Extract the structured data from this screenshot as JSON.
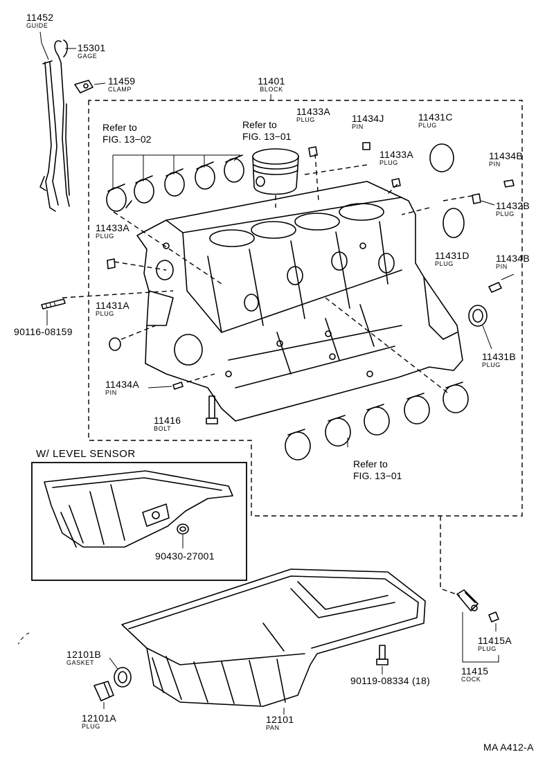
{
  "callouts": {
    "guide_11452": {
      "number": "11452",
      "name": "GUIDE"
    },
    "gage_15301": {
      "number": "15301",
      "name": "GAGE"
    },
    "clamp_11459": {
      "number": "11459",
      "name": "CLAMP"
    },
    "block_11401": {
      "number": "11401",
      "name": "BLOCK"
    },
    "plug_11433a_top": {
      "number": "11433A",
      "name": "PLUG"
    },
    "pin_11434j": {
      "number": "11434J",
      "name": "PIN"
    },
    "plug_11431c": {
      "number": "11431C",
      "name": "PLUG"
    },
    "plug_11433a_mid": {
      "number": "11433A",
      "name": "PLUG"
    },
    "pin_11434b_top": {
      "number": "11434B",
      "name": "PIN"
    },
    "plug_11432b": {
      "number": "11432B",
      "name": "PLUG"
    },
    "plug_11433a_left": {
      "number": "11433A",
      "name": "PLUG"
    },
    "plug_11431d": {
      "number": "11431D",
      "name": "PLUG"
    },
    "pin_11434b_right": {
      "number": "11434B",
      "name": "PIN"
    },
    "bolt_90116": {
      "number": "90116-08159"
    },
    "plug_11431a": {
      "number": "11431A",
      "name": "PLUG"
    },
    "plug_11431b": {
      "number": "11431B",
      "name": "PLUG"
    },
    "pin_11434a": {
      "number": "11434A",
      "name": "PIN"
    },
    "bolt_11416": {
      "number": "11416",
      "name": "BOLT"
    },
    "gasket_90430": {
      "number": "90430-27001"
    },
    "gasket_12101b": {
      "number": "12101B",
      "name": "GASKET"
    },
    "bolt_90119": {
      "number": "90119-08334 (18)"
    },
    "plug_11415a": {
      "number": "11415A",
      "name": "PLUG"
    },
    "cock_11415": {
      "number": "11415",
      "name": "COCK"
    },
    "plug_12101a": {
      "number": "12101A",
      "name": "PLUG"
    },
    "pan_12101": {
      "number": "12101",
      "name": "PAN"
    }
  },
  "references": {
    "bearings_upper": {
      "line1": "Refer to",
      "line2": "FIG. 13−02"
    },
    "piston": {
      "line1": "Refer to",
      "line2": "FIG. 13−01"
    },
    "bearings_lower": {
      "line1": "Refer to",
      "line2": "FIG. 13−01"
    }
  },
  "inset": {
    "title": "W/ LEVEL SENSOR"
  },
  "footer": {
    "code": "MA  A412-A"
  }
}
